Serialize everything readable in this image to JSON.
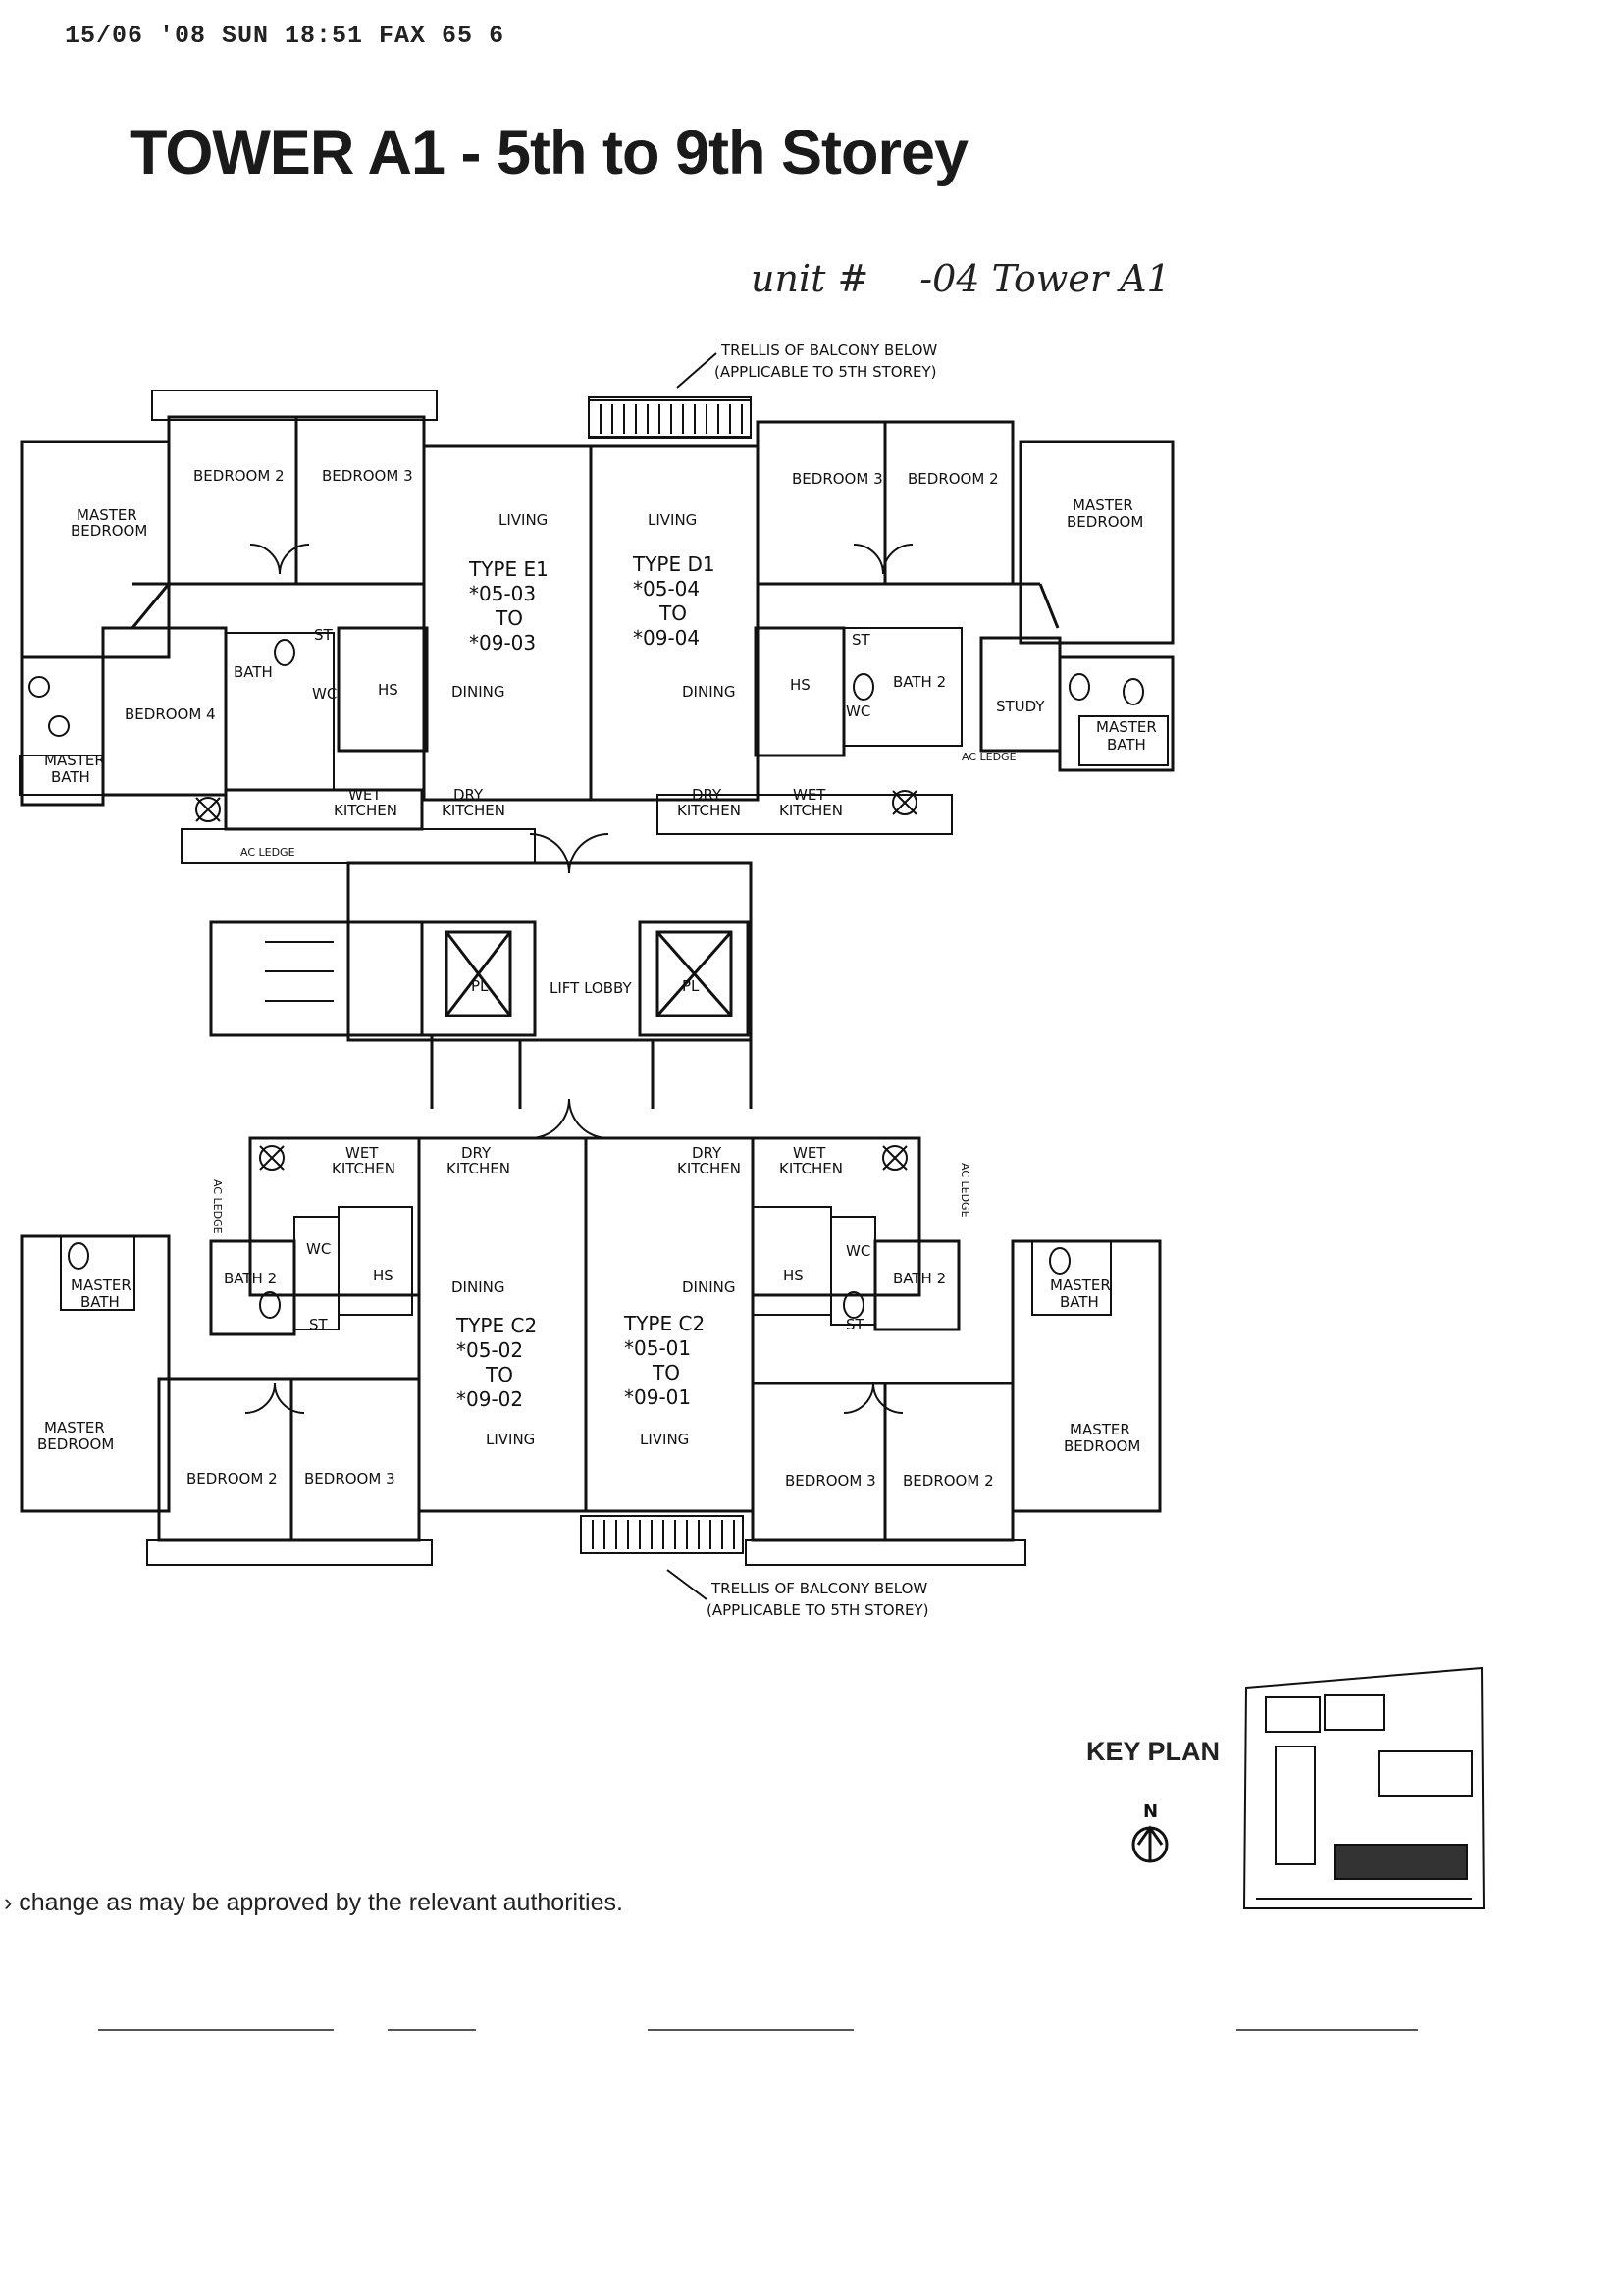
{
  "fax_header": "15/06 '08 SUN 18:51 FAX 65 6",
  "title": "TOWER A1 - 5th to 9th Storey",
  "unit_note": {
    "prefix": "unit #",
    "suffix": "-04 Tower A1"
  },
  "trellis_top": {
    "line1": "TRELLIS OF BALCONY BELOW",
    "line2": "(APPLICABLE TO 5TH STOREY)"
  },
  "trellis_bottom": {
    "line1": "TRELLIS OF BALCONY BELOW",
    "line2": "(APPLICABLE TO 5TH STOREY)"
  },
  "units": {
    "e1": {
      "type": "TYPE E1",
      "from": "*05-03",
      "to_word": "TO",
      "to": "*09-03"
    },
    "d1": {
      "type": "TYPE D1",
      "from": "*05-04",
      "to_word": "TO",
      "to": "*09-04"
    },
    "c2_left": {
      "type": "TYPE C2",
      "from": "*05-02",
      "to_word": "TO",
      "to": "*09-02"
    },
    "c2_right": {
      "type": "TYPE C2",
      "from": "*05-01",
      "to_word": "TO",
      "to": "*09-01"
    }
  },
  "rooms": {
    "e1": {
      "master": [
        "MASTER",
        "BEDROOM"
      ],
      "bed2": "BEDROOM 2",
      "bed3": "BEDROOM 3",
      "bed4": "BEDROOM 4",
      "living": "LIVING",
      "dining": "DINING",
      "dry": [
        "DRY",
        "KITCHEN"
      ],
      "wet": [
        "WET",
        "KITCHEN"
      ],
      "bath": "BATH",
      "wc": "WC",
      "st": "ST",
      "hs": "HS",
      "master_bath": [
        "MASTER",
        "BATH"
      ],
      "ac": "AC LEDGE"
    },
    "d1": {
      "master": [
        "MASTER",
        "BEDROOM"
      ],
      "bed2": "BEDROOM 2",
      "bed3": "BEDROOM 3",
      "study": "STUDY",
      "living": "LIVING",
      "dining": "DINING",
      "dry": [
        "DRY",
        "KITCHEN"
      ],
      "wet": [
        "WET",
        "KITCHEN"
      ],
      "bath": "BATH 2",
      "wc": "WC",
      "st": "ST",
      "hs": "HS",
      "master_bath": [
        "MASTER",
        "BATH"
      ],
      "ac": "AC LEDGE"
    },
    "c2_left": {
      "master": [
        "MASTER",
        "BEDROOM"
      ],
      "bed2": "BEDROOM 2",
      "bed3": "BEDROOM 3",
      "living": "LIVING",
      "dining": "DINING",
      "dry": [
        "DRY",
        "KITCHEN"
      ],
      "wet": [
        "WET",
        "KITCHEN"
      ],
      "bath": "BATH 2",
      "wc": "WC",
      "st": "ST",
      "hs": "HS",
      "master_bath": [
        "MASTER",
        "BATH"
      ],
      "ac": "AC LEDGE"
    },
    "c2_right": {
      "master": [
        "MASTER",
        "BEDROOM"
      ],
      "bed2": "BEDROOM 2",
      "bed3": "BEDROOM 3",
      "living": "LIVING",
      "dining": "DINING",
      "dry": [
        "DRY",
        "KITCHEN"
      ],
      "wet": [
        "WET",
        "KITCHEN"
      ],
      "bath": "BATH 2",
      "wc": "WC",
      "st": "ST",
      "hs": "HS",
      "master_bath": [
        "MASTER",
        "BATH"
      ],
      "ac": "AC LEDGE"
    }
  },
  "core": {
    "lift_lobby": "LIFT LOBBY",
    "lift_left": "PL",
    "lift_right": "PL"
  },
  "key_plan": {
    "label": "KEY PLAN",
    "north": "N"
  },
  "footnote": "› change as may be approved by the relevant authorities."
}
